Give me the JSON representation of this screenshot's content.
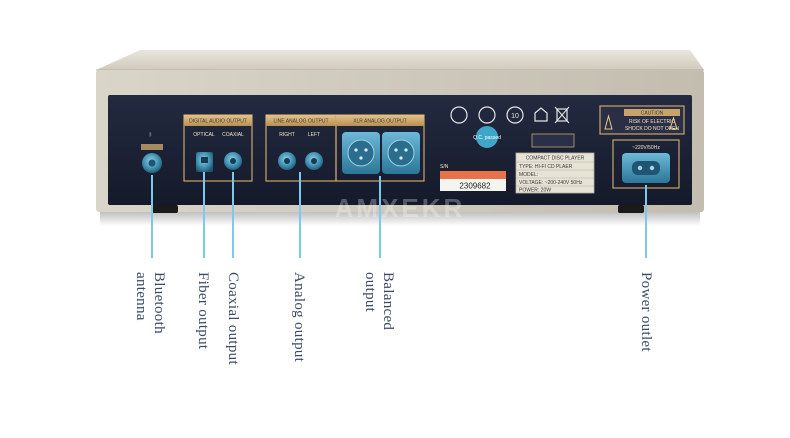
{
  "panel": {
    "sections": {
      "digital": "DIGITAL AUDIO OUTPUT",
      "line": "LINE ANALOG OUTPUT",
      "xlr": "XLR ANALOG OUTPUT"
    },
    "jacks": {
      "optical": "OPTICAL",
      "coaxial": "COAXIAL",
      "right": "RIGHT",
      "left": "LEFT"
    },
    "qc_badge": "Q.C. passed",
    "serial_prefix": "S/N",
    "serial": "2309682",
    "nameplate": {
      "title": "COMPACT DISC PLAYER",
      "type": "TYPE:  HI-FI CD PLAER",
      "model": "MODEL:",
      "voltage": "VOLTAGE:  ~200-240V  50Hz",
      "power": "POWER:  20W"
    },
    "caution": {
      "title": "CAUTION",
      "line1": "RISK OF ELECTRIC",
      "line2": "SHOCK DO NOT OPEN"
    },
    "power_rating": "~220V/50Hz",
    "watermark": "AMXEKR"
  },
  "callouts": {
    "bluetooth": [
      "Bluetooth",
      "antenna"
    ],
    "fiber": "Fiber output",
    "coaxial": "Coaxial output",
    "analog": "Analog output",
    "balanced": [
      "Balanced",
      "output"
    ],
    "power": "Power outlet"
  },
  "colors": {
    "callout_text": "#3b4a66",
    "leader_line": "#7ec8ec",
    "panel": "#1b2134",
    "chassis": "#d8d3c6",
    "trim": "#c8a46c",
    "jack": "#3f8fb0"
  }
}
